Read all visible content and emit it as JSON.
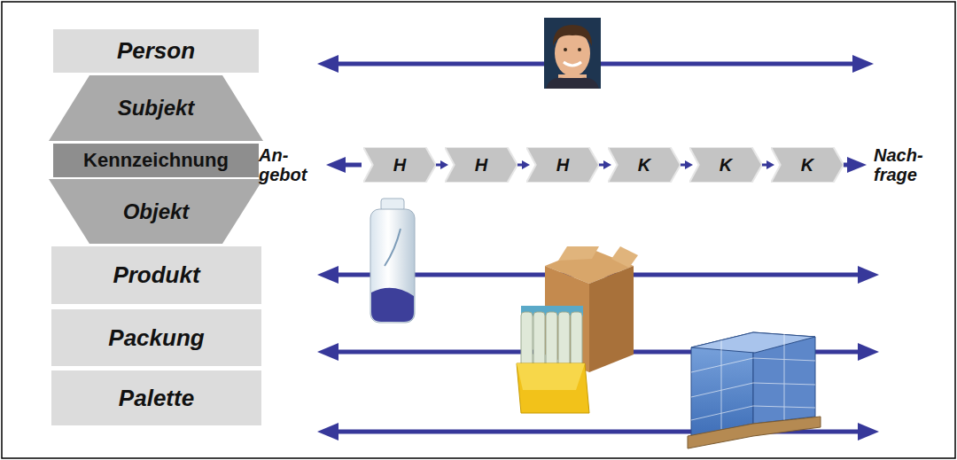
{
  "diagram": {
    "nodes": [
      {
        "text": [
          "Person"
        ]
      },
      {
        "text": [
          "Subjekt"
        ]
      },
      {
        "text": [
          "Kennzeichnung"
        ]
      },
      {
        "text": [
          "Objekt"
        ]
      },
      {
        "text": [
          "Produkt"
        ]
      },
      {
        "text": [
          "Packung"
        ]
      },
      {
        "text": [
          "Palette"
        ]
      },
      {
        "text": [
          "H"
        ]
      },
      {
        "text": [
          "H"
        ]
      },
      {
        "text": [
          "H"
        ]
      },
      {
        "text": [
          "K"
        ]
      },
      {
        "text": [
          "K"
        ]
      },
      {
        "text": [
          "K"
        ]
      }
    ],
    "edges": [
      {
        "from": 7,
        "to": 8,
        "arrow": "to"
      },
      {
        "from": 8,
        "to": 9,
        "arrow": "to"
      },
      {
        "from": 9,
        "to": 10,
        "arrow": "to"
      },
      {
        "from": 10,
        "to": 11,
        "arrow": "to"
      },
      {
        "from": 11,
        "to": 12,
        "arrow": "to"
      }
    ],
    "labels": [
      "An- gebot",
      "Nach- frage"
    ]
  }
}
